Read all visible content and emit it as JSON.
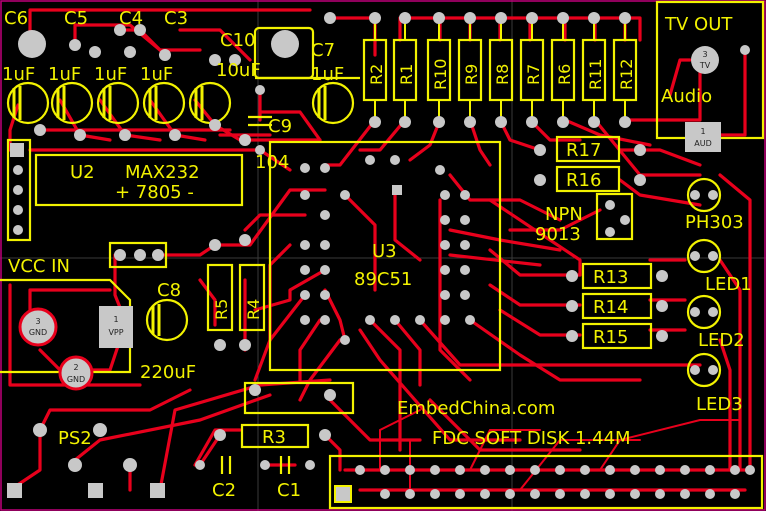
{
  "labels": {
    "c6": "C6",
    "c5": "C5",
    "c4": "C4",
    "c3": "C3",
    "c10": "C10",
    "c10_val": "10uF",
    "c7": "C7",
    "c7_val": "1uF",
    "cap_vals": [
      "1uF",
      "1uF",
      "1uF",
      "1uF"
    ],
    "c9": "C9",
    "c9_val": "104",
    "u2": "U2",
    "max232": "MAX232",
    "reg": "+ 7805 -",
    "vcc_in": "VCC IN",
    "c8": "C8",
    "c8_val": "220uF",
    "r5": "R5",
    "r4": "R4",
    "u3": "U3",
    "mcu": "89C51",
    "res_top": [
      "R2",
      "R1",
      "R10",
      "R9",
      "R8",
      "R7",
      "R6",
      "R11",
      "R12"
    ],
    "r17": "R17",
    "r16": "R16",
    "npn": "NPN",
    "npn_part": "9013",
    "ph303": "PH303",
    "r13": "R13",
    "r14": "R14",
    "r15": "R15",
    "led1": "LED1",
    "led2": "LED2",
    "led3": "LED3",
    "tv_out": "TV OUT",
    "audio": "Audio",
    "r3": "R3",
    "ps2": "PS2",
    "c2": "C2",
    "c1": "C1",
    "embed": "EmbedChina.com",
    "fdc": "FDC SOFT DISK 1.44M"
  },
  "pads": {
    "gnd3": {
      "num": "3",
      "txt": "GND"
    },
    "vpp1": {
      "num": "1",
      "txt": "VPP"
    },
    "gnd2": {
      "num": "2",
      "txt": "GND"
    },
    "tv3": {
      "num": "3",
      "txt": "TV"
    },
    "aud1": {
      "num": "1",
      "txt": "AUD"
    }
  },
  "colors": {
    "background": "#000000",
    "silkscreen": "#f2f200",
    "copper": "#e8001c",
    "pad": "#c8c8c8"
  }
}
